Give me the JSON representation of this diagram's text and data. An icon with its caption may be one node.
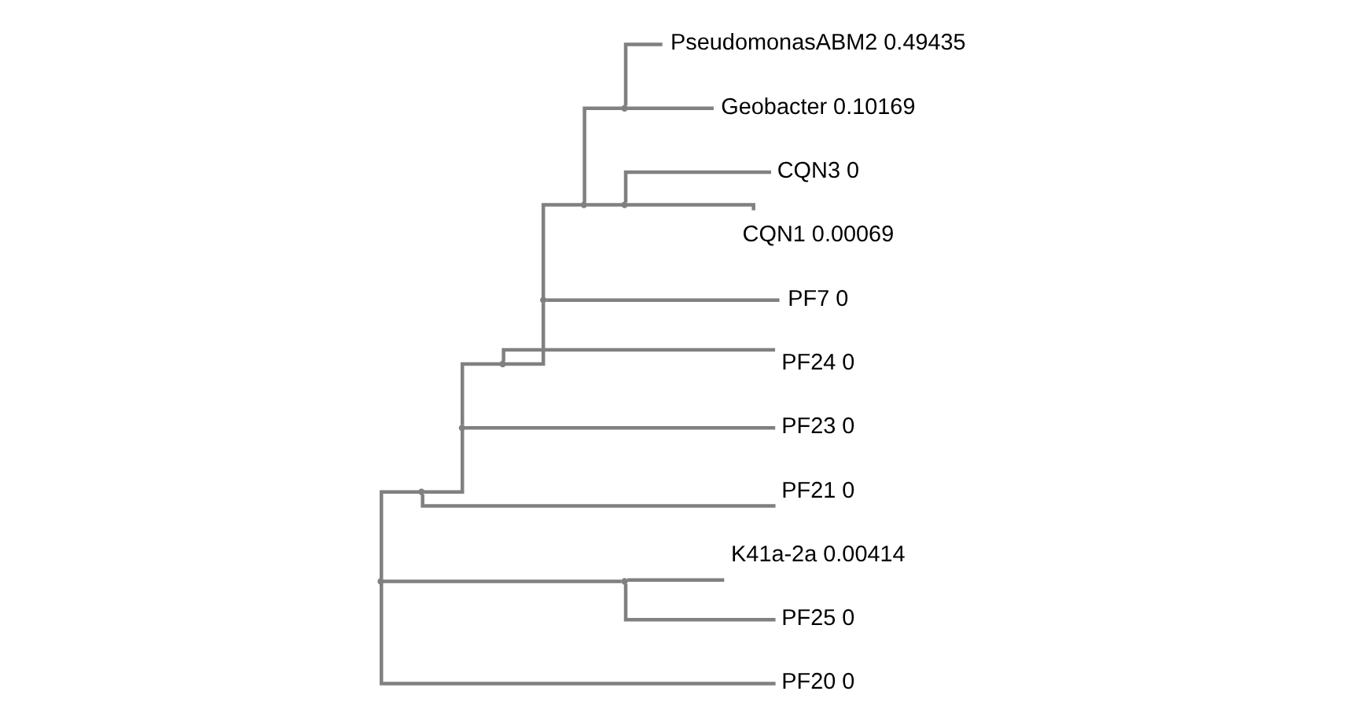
{
  "diagram": {
    "nodes": [
      {
        "text": [
          "PseudomonasABM2 0.49435"
        ]
      },
      {
        "text": [
          "Geobacter 0.10169"
        ]
      },
      {
        "text": [
          "CQN3 0"
        ]
      },
      {
        "text": [
          "CQN1 0.00069"
        ]
      },
      {
        "text": [
          "PF7 0"
        ]
      },
      {
        "text": [
          "PF24 0"
        ]
      },
      {
        "text": [
          "PF23 0"
        ]
      },
      {
        "text": [
          "PF21 0"
        ]
      },
      {
        "text": [
          "K41a-2a 0.00414"
        ]
      },
      {
        "text": [
          "PF25 0"
        ]
      },
      {
        "text": [
          "PF20 0"
        ]
      },
      {
        "text": [],
        "shape": "point"
      },
      {
        "text": [],
        "shape": "point"
      },
      {
        "text": [],
        "shape": "point"
      },
      {
        "text": [],
        "shape": "point"
      },
      {
        "text": [],
        "shape": "point"
      },
      {
        "text": [],
        "shape": "point"
      },
      {
        "text": [],
        "shape": "point"
      },
      {
        "text": [],
        "shape": "point"
      },
      {
        "text": [],
        "shape": "point"
      }
    ],
    "edges": [
      {
        "from": 11,
        "to": 12,
        "arrow": "none"
      },
      {
        "from": 11,
        "to": 19,
        "arrow": "none"
      },
      {
        "from": 11,
        "to": 10,
        "arrow": "none"
      },
      {
        "from": 12,
        "to": 13,
        "arrow": "none"
      },
      {
        "from": 12,
        "to": 7,
        "arrow": "none"
      },
      {
        "from": 13,
        "to": 14,
        "arrow": "none"
      },
      {
        "from": 13,
        "to": 6,
        "arrow": "none"
      },
      {
        "from": 14,
        "to": 15,
        "arrow": "none"
      },
      {
        "from": 14,
        "to": 5,
        "arrow": "none"
      },
      {
        "from": 15,
        "to": 16,
        "arrow": "none"
      },
      {
        "from": 15,
        "to": 4,
        "arrow": "none"
      },
      {
        "from": 16,
        "to": 17,
        "arrow": "none"
      },
      {
        "from": 16,
        "to": 18,
        "arrow": "none"
      },
      {
        "from": 17,
        "to": 0,
        "arrow": "none"
      },
      {
        "from": 17,
        "to": 1,
        "arrow": "none"
      },
      {
        "from": 18,
        "to": 2,
        "arrow": "none"
      },
      {
        "from": 18,
        "to": 3,
        "arrow": "none"
      },
      {
        "from": 19,
        "to": 8,
        "arrow": "none"
      },
      {
        "from": 19,
        "to": 9,
        "arrow": "none"
      }
    ]
  }
}
